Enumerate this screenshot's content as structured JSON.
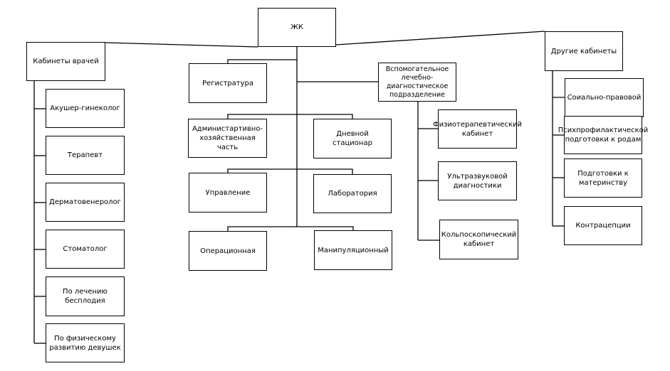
{
  "root": "ЖК",
  "doctors": {
    "title": "Кабинеты врачей",
    "items": [
      "Акушер-гинеколог",
      "Терапевт",
      "Дерматовенеролог",
      "Стоматолог",
      "По лечению бесплодия",
      "По физическому развитию девушек"
    ]
  },
  "center": {
    "left": [
      "Регистратура",
      "Администартивно-хозяйственная часть",
      "Управление",
      "Операционная"
    ],
    "right": [
      "Дневной стационар",
      "Лаборатория",
      "Манипуляционный"
    ]
  },
  "auxiliary": {
    "title": "Вспомогательное лечебно-диагностическое подразделение",
    "items": [
      "Физиотерапевтический кабинет",
      "Ультразвуковой диагностики",
      "Кольпоскопический кабинет"
    ]
  },
  "other": {
    "title": "Другие кабинеты",
    "items": [
      "Соиально-правовой",
      "Психпрофилактической подготовки к родам",
      "Подготовки к материнству",
      "Контрацепции"
    ]
  }
}
